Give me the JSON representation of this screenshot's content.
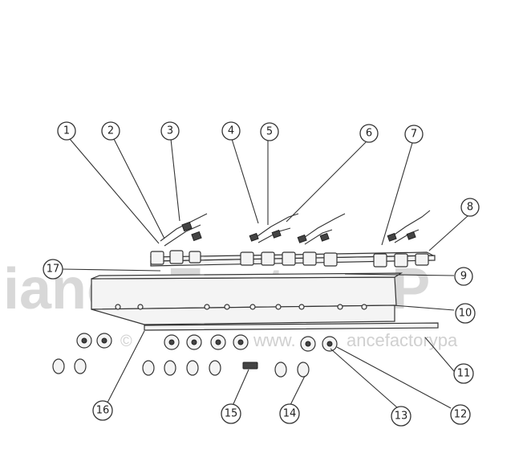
{
  "watermark": {
    "main": "iance Factory P",
    "url_left": "©",
    "url_middle": "www.",
    "url_right": "ancefactorypa"
  },
  "callouts": [
    "1",
    "2",
    "3",
    "4",
    "5",
    "6",
    "7",
    "8",
    "9",
    "10",
    "11",
    "12",
    "13",
    "14",
    "15",
    "16",
    "17"
  ]
}
